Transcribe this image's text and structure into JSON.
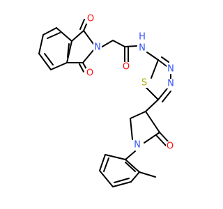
{
  "molecule": {
    "atoms": {
      "o_top": {
        "text": "O",
        "color": "#ff0d0d"
      },
      "n_imide": {
        "text": "N",
        "color": "#3050f8"
      },
      "o_bot": {
        "text": "O",
        "color": "#ff0d0d"
      },
      "o_amide": {
        "text": "O",
        "color": "#ff0d0d"
      },
      "n_amide": {
        "text": "N",
        "color": "#3050f8"
      },
      "h_amide": {
        "text": "H",
        "color": "#3050f8"
      },
      "n_td1": {
        "text": "N",
        "color": "#3050f8"
      },
      "n_td2": {
        "text": "N",
        "color": "#3050f8"
      },
      "s_td": {
        "text": "S",
        "color": "#b2a800"
      },
      "n_pyr": {
        "text": "N",
        "color": "#3050f8"
      },
      "o_pyr": {
        "text": "O",
        "color": "#ff0d0d"
      }
    }
  }
}
